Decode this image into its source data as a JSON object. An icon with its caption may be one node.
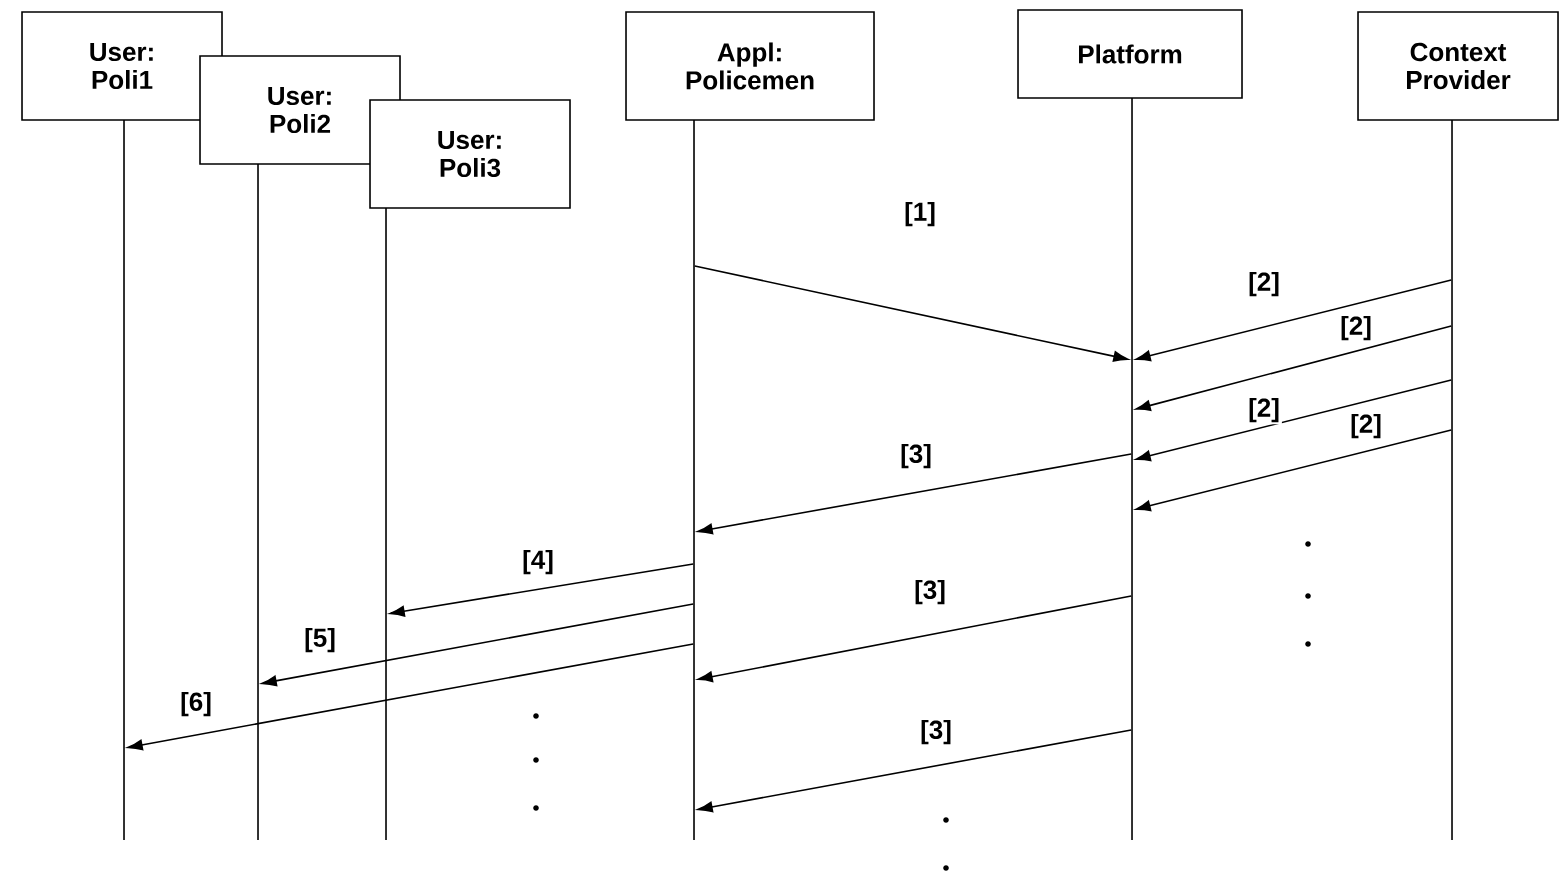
{
  "diagram": {
    "nodes": [
      {
        "text": [
          "User: Poli1"
        ]
      },
      {
        "text": [
          "User: Poli2"
        ]
      },
      {
        "text": [
          "User: Poli3"
        ]
      },
      {
        "text": [
          "Appl: Policemen"
        ]
      },
      {
        "text": [
          "Platform"
        ]
      },
      {
        "text": [
          "Context Provider"
        ]
      },
      {
        "text": [],
        "shape": "line"
      },
      {
        "text": [],
        "shape": "line"
      },
      {
        "text": [],
        "shape": "line"
      },
      {
        "text": [],
        "shape": "line"
      },
      {
        "text": [],
        "shape": "line"
      },
      {
        "text": [],
        "shape": "line"
      }
    ],
    "edges": [
      {
        "from": 9,
        "to": 10,
        "arrow": "to",
        "label": "[1]"
      },
      {
        "from": 11,
        "to": 10,
        "arrow": "to",
        "label": "[2]"
      },
      {
        "from": 11,
        "to": 10,
        "arrow": "to",
        "label": "[2]"
      },
      {
        "from": 11,
        "to": 10,
        "arrow": "to",
        "label": "[2]"
      },
      {
        "from": 11,
        "to": 10,
        "arrow": "to",
        "label": "[2]"
      },
      {
        "from": 10,
        "to": 9,
        "arrow": "to",
        "label": "[3]"
      },
      {
        "from": 9,
        "to": 8,
        "arrow": "to",
        "label": "[4]"
      },
      {
        "from": 9,
        "to": 7,
        "arrow": "to",
        "label": "[5]"
      },
      {
        "from": 9,
        "to": 6,
        "arrow": "to",
        "label": "[6]"
      },
      {
        "from": 10,
        "to": 9,
        "arrow": "to",
        "label": "[3]"
      },
      {
        "from": 10,
        "to": 9,
        "arrow": "to",
        "label": "[3]"
      }
    ]
  }
}
